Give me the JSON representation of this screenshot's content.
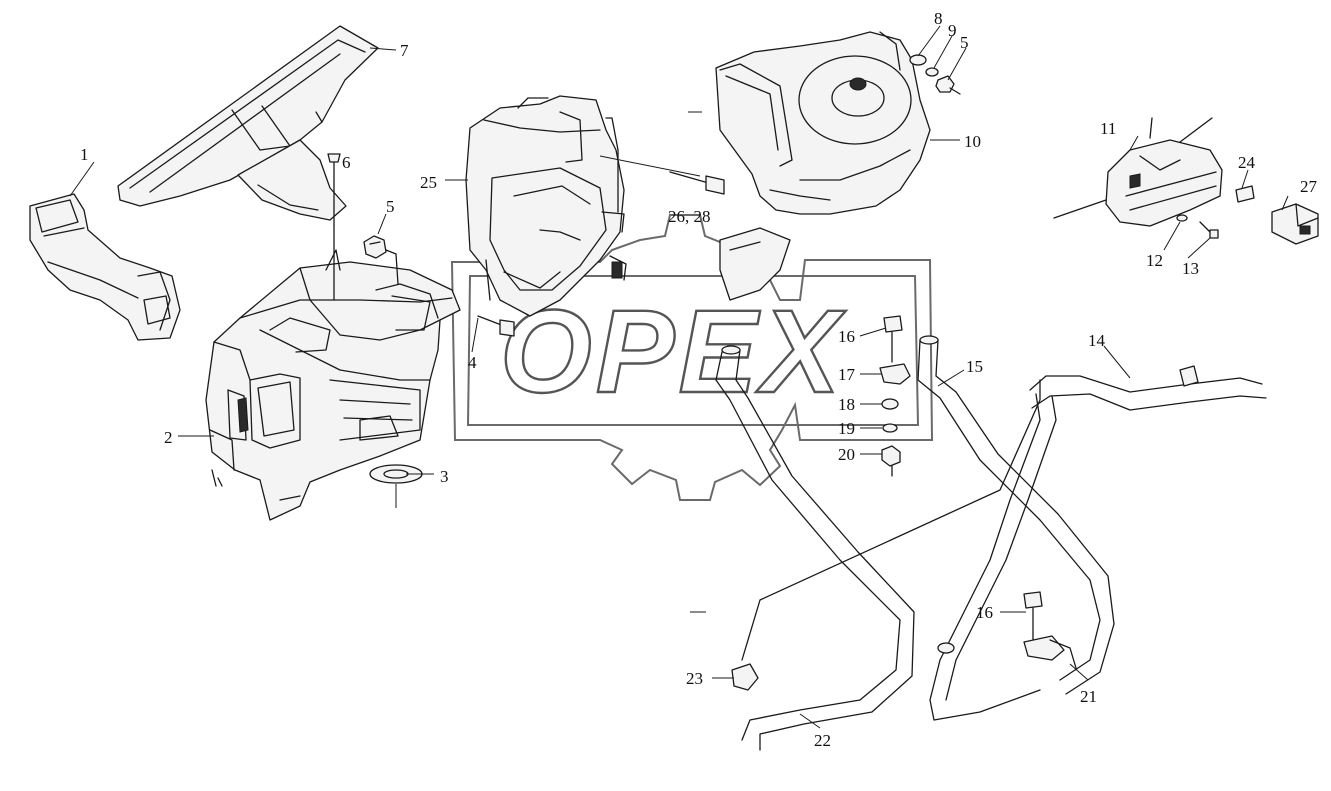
{
  "watermark": {
    "text": "OPEX"
  },
  "callouts": {
    "c1": "1",
    "c2": "2",
    "c3": "3",
    "c4": "4",
    "c5a": "5",
    "c5b": "5",
    "c6": "6",
    "c7": "7",
    "c8": "8",
    "c9": "9",
    "c10": "10",
    "c11": "11",
    "c12": "12",
    "c13": "13",
    "c14": "14",
    "c15": "15",
    "c16a": "16",
    "c16b": "16",
    "c17": "17",
    "c18": "18",
    "c19": "19",
    "c20": "20",
    "c21": "21",
    "c22": "22",
    "c23": "23",
    "c24": "24",
    "c25": "25",
    "c26_28": "26, 28",
    "c27": "27"
  }
}
